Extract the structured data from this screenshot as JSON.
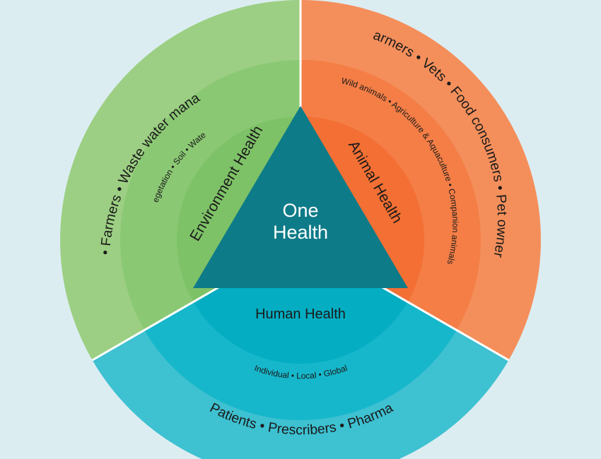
{
  "center": {
    "line1": "One",
    "line2": "Health"
  },
  "sectors": {
    "environment": {
      "title": "Environment Health",
      "middle": "Vegetation • Soil • Water",
      "outer": "Industry • Farmers • Waste water management"
    },
    "animal": {
      "title": "Animal Health",
      "middle": "Wild animals • Agriculture & Aquaculture • Companion animals",
      "outer": "Farmers • Vets • Food consumers • Pet owners"
    },
    "human": {
      "title": "Human Health",
      "middle": "Individual • Local • Global",
      "outer": "Patients • Prescribers • Pharma"
    }
  },
  "colors": {
    "background": "#dcedf2",
    "env_outer": "#9ccf83",
    "env_middle": "#8bc874",
    "env_inner": "#7ec267",
    "animal_outer": "#f48f5b",
    "animal_middle": "#f47e46",
    "animal_inner": "#f36f33",
    "human_outer": "#3ec1d1",
    "human_middle": "#16b7cb",
    "human_inner": "#04adc2",
    "triangle": "#0e7b88",
    "divider": "#ffffff"
  }
}
